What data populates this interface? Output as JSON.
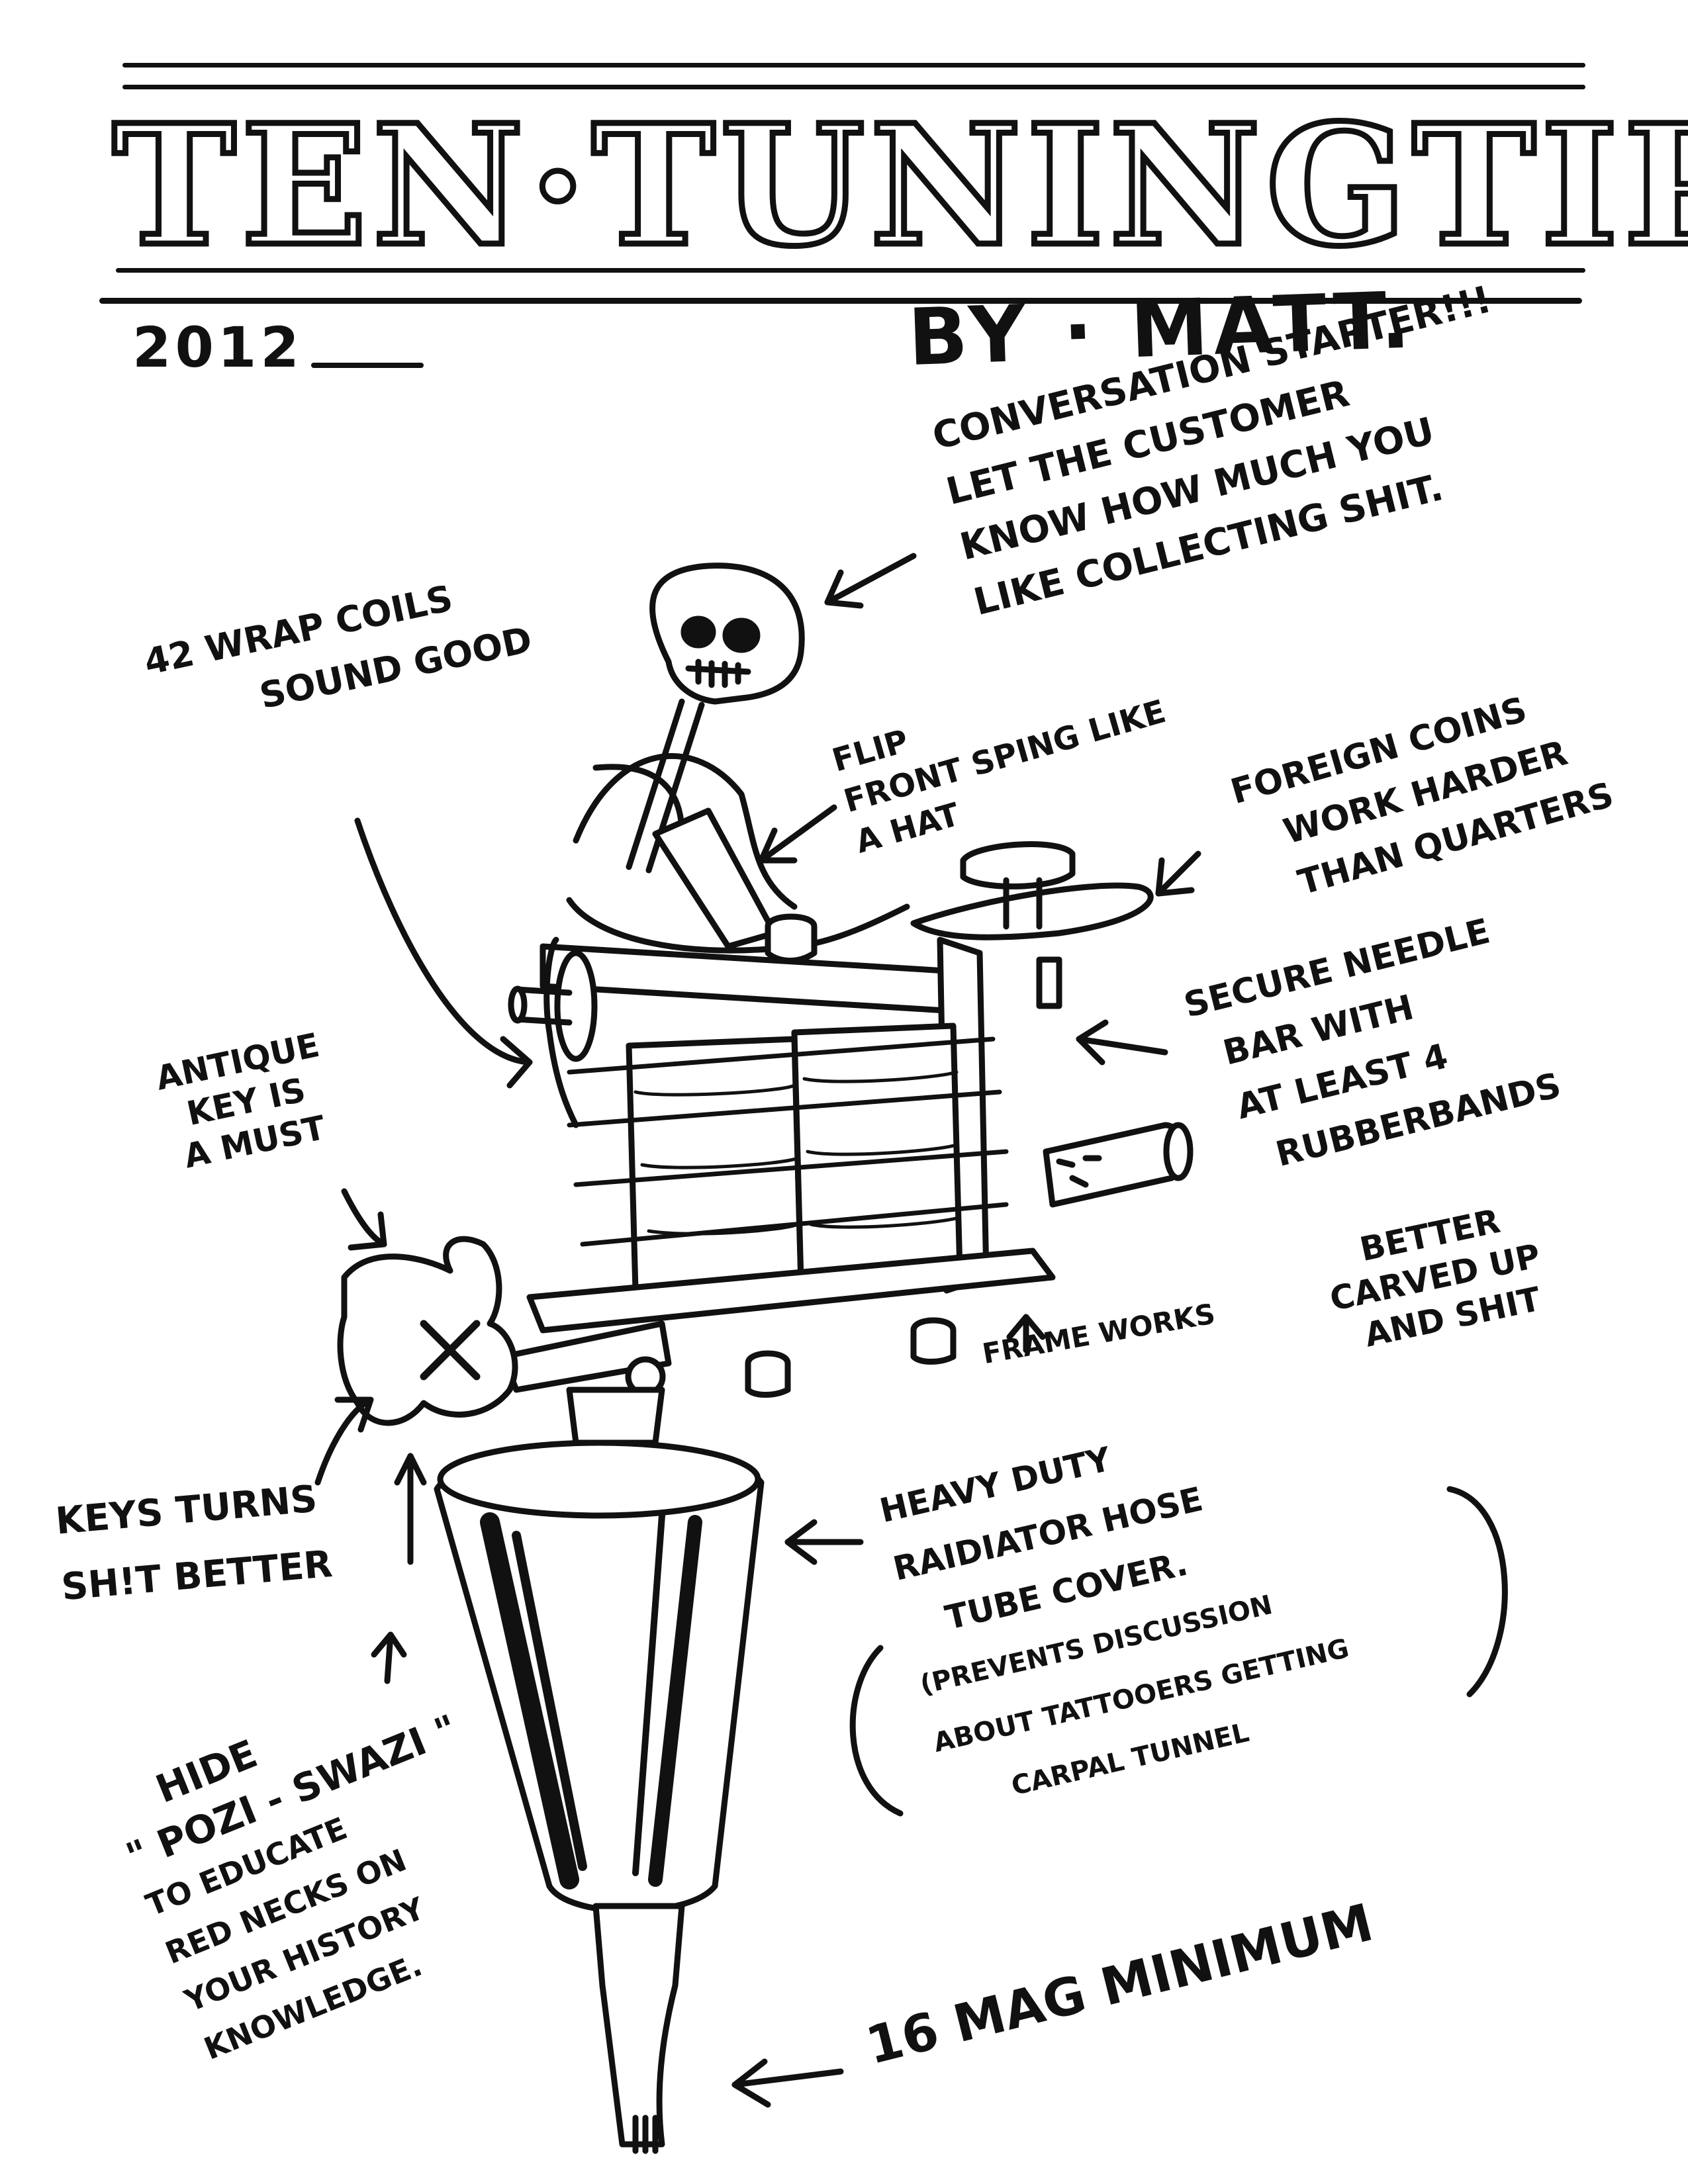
{
  "header": {
    "title": "TEN·TUNINGTIPS",
    "year": "2012",
    "author": "BY · MATT."
  },
  "notes": [
    {
      "id": "conversation",
      "lines": [
        "Conversation starter!!!",
        "Let the customer",
        "know how much you",
        "like collecting shit."
      ]
    },
    {
      "id": "coils",
      "lines": [
        "42 wrap coils",
        "sound good"
      ]
    },
    {
      "id": "spring",
      "lines": [
        "Flip",
        "front sping like",
        "a hat"
      ]
    },
    {
      "id": "coins",
      "lines": [
        "Foreign coins",
        "work harder",
        "than quarters"
      ]
    },
    {
      "id": "needle",
      "lines": [
        "Secure needle",
        "bar with",
        "at least 4",
        "rubberbands"
      ]
    },
    {
      "id": "antique",
      "lines": [
        "Antique",
        "key is",
        "a must"
      ]
    },
    {
      "id": "frame",
      "lines": [
        "Frame works",
        "better",
        "carved up",
        "and shit"
      ]
    },
    {
      "id": "keys",
      "lines": [
        "Keys turns",
        "sh!t better"
      ]
    },
    {
      "id": "hose",
      "lines": [
        "Heavy duty",
        "raidiator hose",
        "tube cover.",
        "(Prevents discussion",
        "about tattooers getting",
        "carpal tunnel"
      ]
    },
    {
      "id": "pozi",
      "lines": [
        "Hide",
        "\" Pozi - Swazi \"",
        "to educate",
        "red necks on",
        "your history",
        "knowledge."
      ]
    },
    {
      "id": "mag",
      "lines": [
        "16 mag minimum"
      ]
    }
  ]
}
